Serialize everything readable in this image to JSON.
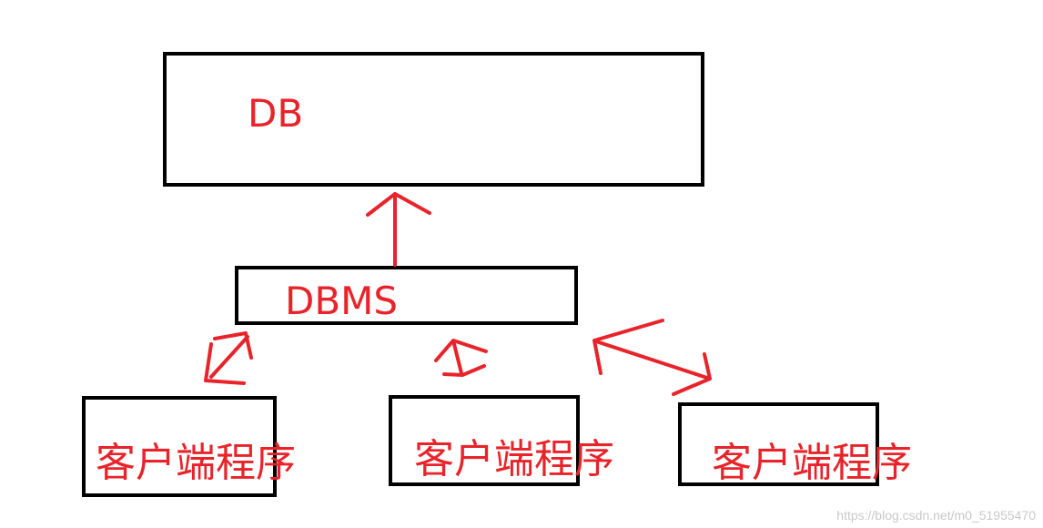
{
  "nodes": {
    "db": {
      "label": "DB"
    },
    "dbms": {
      "label": "DBMS"
    },
    "clients": [
      {
        "label": "客户端程序"
      },
      {
        "label": "客户端程序"
      },
      {
        "label": "客户端程序"
      }
    ]
  },
  "edges": [
    {
      "from": "dbms",
      "to": "db",
      "style": "single-arrow"
    },
    {
      "from": "clients.0",
      "to": "dbms",
      "style": "double-arrow"
    },
    {
      "from": "clients.1",
      "to": "dbms",
      "style": "double-arrow"
    },
    {
      "from": "clients.2",
      "to": "dbms",
      "style": "double-arrow"
    }
  ],
  "colors": {
    "box_border": "#000000",
    "annotation": "#e8232a"
  },
  "watermark": "https://blog.csdn.net/m0_51955470"
}
